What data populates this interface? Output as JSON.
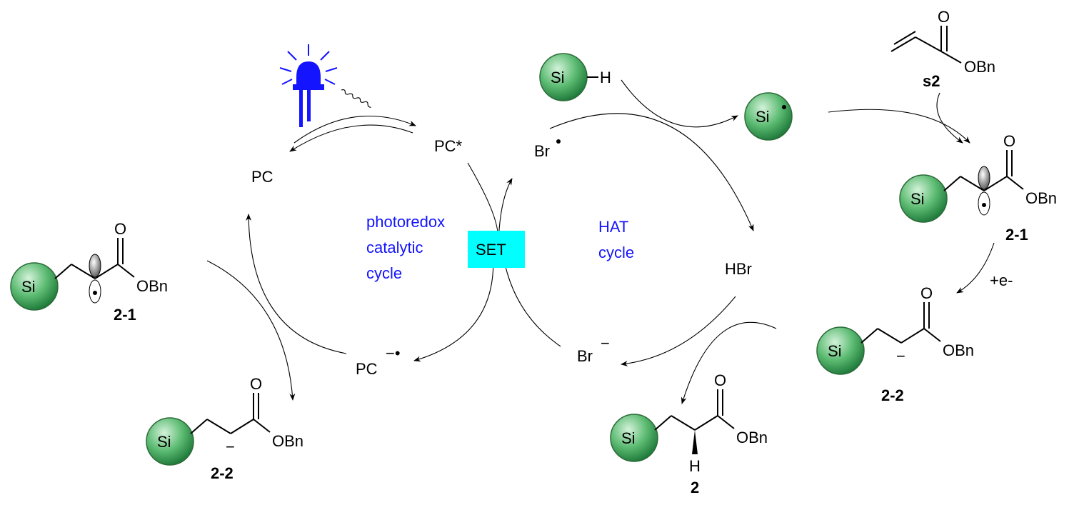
{
  "colors": {
    "sphere_light": "#b8e8c4",
    "sphere_dark": "#1f7a3a",
    "led": "#1414ff",
    "text_blue": "#1414ff",
    "set_box": "#00ffff"
  },
  "icons": {
    "light_source": "led-lamp-icon"
  },
  "labels": {
    "pc": "PC",
    "pc_excited": "PC*",
    "pc_radical_anion": "PC",
    "pc_radical_anion_charge": "−•",
    "br_radical": "Br",
    "hbr": "HBr",
    "br_anion": "Br",
    "anion_sign": "−",
    "photoredox_line1": "photoredox",
    "photoredox_line2": "catalytic",
    "photoredox_line3": "cycle",
    "hat_line1": "HAT",
    "hat_line2": "cycle",
    "set": "SET",
    "plus_e": "+e-",
    "si": "Si",
    "h": "H",
    "ester_o": "O",
    "ester_obn": "OBn",
    "compound_s2": "s2",
    "compound_2_1": "2-1",
    "compound_2_2": "2-2",
    "compound_2": "2"
  }
}
